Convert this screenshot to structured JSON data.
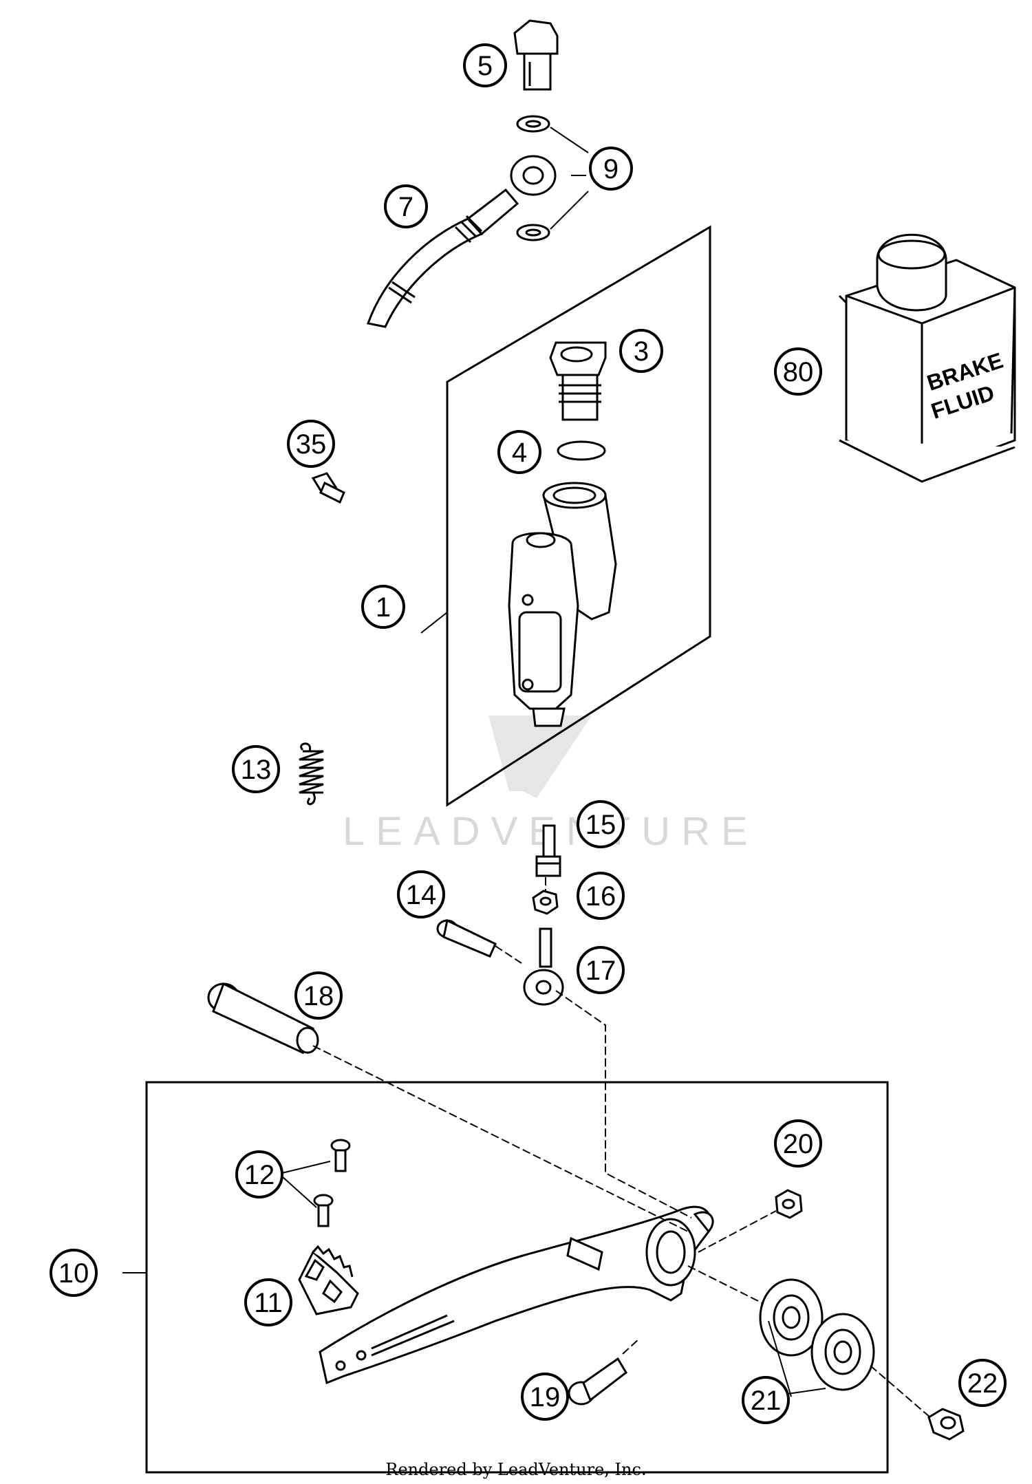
{
  "callouts": [
    {
      "id": "1",
      "label": "1"
    },
    {
      "id": "3",
      "label": "3"
    },
    {
      "id": "4",
      "label": "4"
    },
    {
      "id": "5",
      "label": "5"
    },
    {
      "id": "7",
      "label": "7"
    },
    {
      "id": "9",
      "label": "9"
    },
    {
      "id": "10",
      "label": "10"
    },
    {
      "id": "11",
      "label": "11"
    },
    {
      "id": "12",
      "label": "12"
    },
    {
      "id": "13",
      "label": "13"
    },
    {
      "id": "14",
      "label": "14"
    },
    {
      "id": "15",
      "label": "15"
    },
    {
      "id": "16",
      "label": "16"
    },
    {
      "id": "17",
      "label": "17"
    },
    {
      "id": "18",
      "label": "18"
    },
    {
      "id": "19",
      "label": "19"
    },
    {
      "id": "20",
      "label": "20"
    },
    {
      "id": "21",
      "label": "21"
    },
    {
      "id": "22",
      "label": "22"
    },
    {
      "id": "35",
      "label": "35"
    },
    {
      "id": "80",
      "label": "80"
    }
  ],
  "bottle": {
    "line1": "BRAKE",
    "line2": "FLUID"
  },
  "watermark": "LEADVENTURE",
  "footer": "Rendered by LeadVenture, Inc."
}
